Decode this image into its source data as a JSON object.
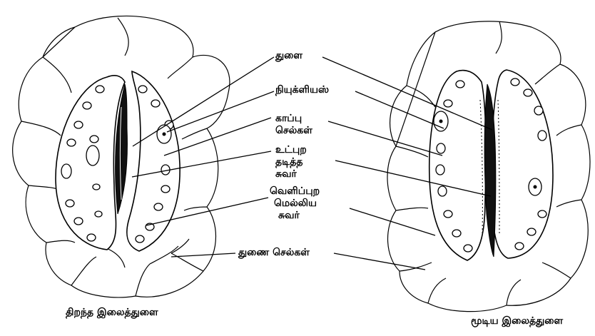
{
  "labels": {
    "pore": "துளை",
    "nucleus": "நியுக்ளியஸ்",
    "guard_cells": [
      "காப்பு",
      "செல்கள்"
    ],
    "inner_wall": [
      "உட்புற",
      "தடித்த",
      "சுவர்"
    ],
    "outer_wall": [
      "வெளிப்புற",
      "மெல்லிய",
      "சுவர்"
    ],
    "subsidiary_cells": "துணை செல்கள்"
  },
  "captions": {
    "open": "திறந்த இலைத்துளை",
    "closed": "மூடிய இலைத்துளை"
  }
}
